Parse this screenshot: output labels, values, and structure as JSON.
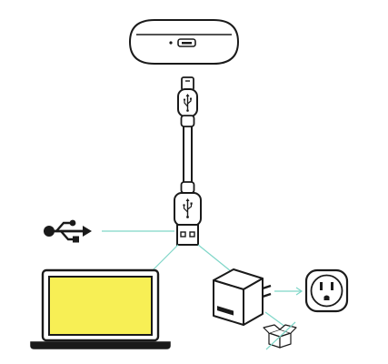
{
  "diagram": {
    "colors": {
      "line": "#1a1a1a",
      "connector": "#7fd6c8",
      "screen": "#f7ef55",
      "fill": "#ffffff"
    },
    "components": [
      {
        "id": "device-case",
        "icon": "earbud-charging-case-icon"
      },
      {
        "id": "micro-usb-connector",
        "icon": "micro-usb-plug-icon"
      },
      {
        "id": "usb-a-connector",
        "icon": "usb-a-plug-icon"
      },
      {
        "id": "usb-port-symbol",
        "icon": "usb-symbol-icon"
      },
      {
        "id": "laptop",
        "icon": "laptop-icon"
      },
      {
        "id": "wall-adapter",
        "icon": "power-adapter-icon"
      },
      {
        "id": "wall-outlet",
        "icon": "wall-outlet-icon"
      },
      {
        "id": "not-included",
        "icon": "crossed-box-icon"
      }
    ]
  }
}
